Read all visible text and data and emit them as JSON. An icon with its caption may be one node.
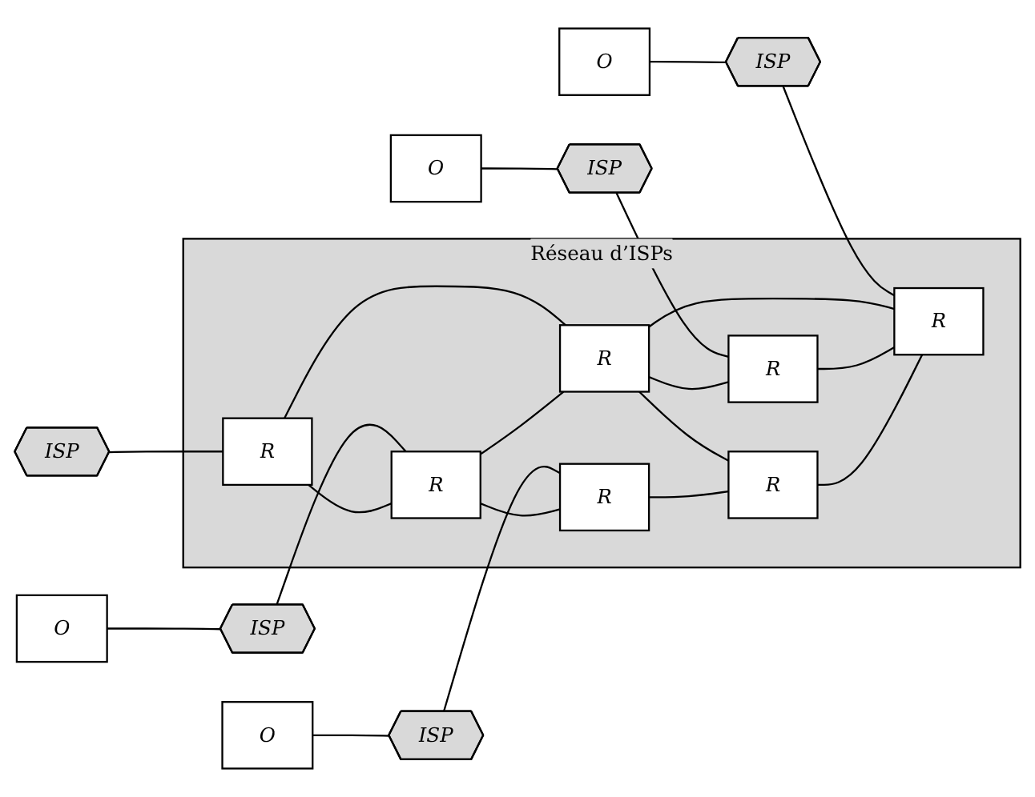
{
  "diagram": {
    "nodes": [
      {
        "text": [
          "ISP"
        ]
      },
      {
        "text": [
          "O"
        ]
      },
      {
        "text": [
          "ISP"
        ]
      },
      {
        "text": [
          "O"
        ]
      },
      {
        "text": [
          "ISP"
        ]
      },
      {
        "text": [
          "Réseau d’ISPs"
        ]
      },
      {
        "text": [
          "R"
        ],
        "in": 5
      },
      {
        "text": [
          "R"
        ],
        "in": 5
      },
      {
        "text": [
          "R"
        ],
        "in": 5
      },
      {
        "text": [
          "R"
        ],
        "in": 5
      },
      {
        "text": [
          "R"
        ],
        "in": 5
      },
      {
        "text": [
          "R"
        ],
        "in": 5
      },
      {
        "text": [
          "R"
        ],
        "in": 5
      },
      {
        "text": [
          "ISP"
        ]
      },
      {
        "text": [
          "O"
        ]
      },
      {
        "text": [
          "ISP"
        ]
      },
      {
        "text": [
          "O"
        ]
      }
    ],
    "edges": [
      {
        "from": 1,
        "to": 2,
        "arrow": "none"
      },
      {
        "from": 3,
        "to": 4,
        "arrow": "none"
      },
      {
        "from": 14,
        "to": 13,
        "arrow": "none"
      },
      {
        "from": 16,
        "to": 15,
        "arrow": "none"
      },
      {
        "from": 0,
        "to": 6,
        "arrow": "none"
      },
      {
        "from": 2,
        "to": 7,
        "arrow": "none"
      },
      {
        "from": 4,
        "to": 9,
        "arrow": "none"
      },
      {
        "from": 13,
        "to": 10,
        "arrow": "none"
      },
      {
        "from": 15,
        "to": 11,
        "arrow": "none"
      },
      {
        "from": 6,
        "to": 7,
        "arrow": "none"
      },
      {
        "from": 6,
        "to": 8,
        "arrow": "none"
      },
      {
        "from": 7,
        "to": 8,
        "arrow": "none"
      },
      {
        "from": 7,
        "to": 10,
        "arrow": "none"
      },
      {
        "from": 8,
        "to": 9,
        "arrow": "none"
      },
      {
        "from": 8,
        "to": 12,
        "arrow": "none"
      },
      {
        "from": 8,
        "to": 11,
        "arrow": "none"
      },
      {
        "from": 9,
        "to": 11,
        "arrow": "none"
      },
      {
        "from": 10,
        "to": 12,
        "arrow": "none"
      },
      {
        "from": 12,
        "to": 11,
        "arrow": "none"
      }
    ]
  }
}
